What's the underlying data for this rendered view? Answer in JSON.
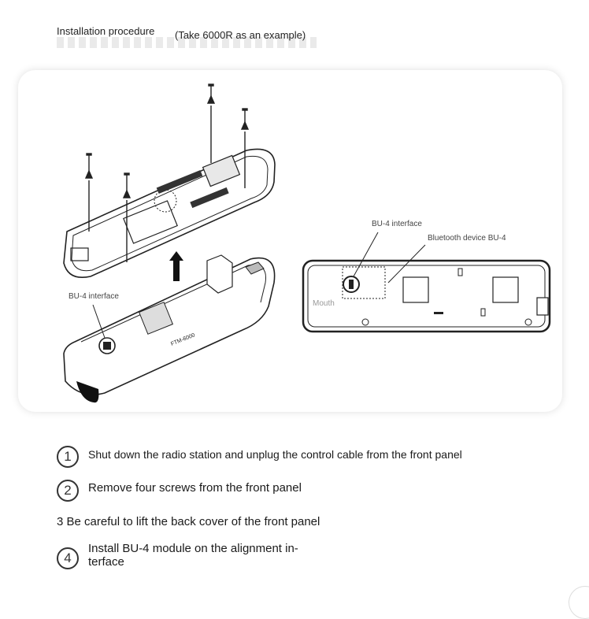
{
  "header": {
    "title": "Installation procedure",
    "subtitle": "(Take 6000R as an example)"
  },
  "diagram": {
    "label_bu4_left": "BU-4 interface",
    "label_bu4_right": "BU-4 interface",
    "label_bluetooth": "Bluetooth device BU-4",
    "label_mouth": "Mouth",
    "model_text": "FTM-6000"
  },
  "steps": [
    {
      "number": "1",
      "text": "Shut down the radio station and unplug the control cable from the front panel"
    },
    {
      "number": "2",
      "text": "Remove four screws from the front panel"
    },
    {
      "text": "3 Be careful to lift the back cover of the front panel"
    },
    {
      "number": "4",
      "text": "Install BU-4 module on the alignment in-",
      "text2": "terface"
    }
  ]
}
